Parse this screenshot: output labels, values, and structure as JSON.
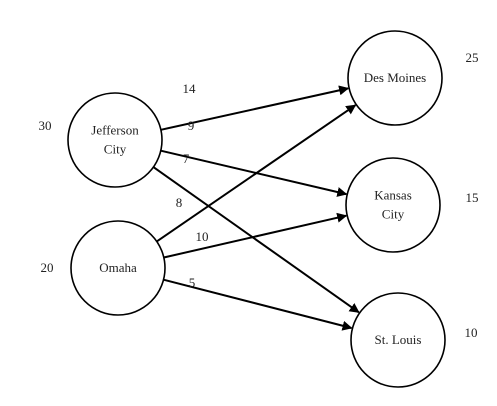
{
  "diagram": {
    "sources": [
      {
        "id": "jefferson",
        "lines": [
          "Jefferson",
          "City"
        ],
        "supply": "30"
      },
      {
        "id": "omaha",
        "lines": [
          "Omaha"
        ],
        "supply": "20"
      }
    ],
    "destinations": [
      {
        "id": "desmoines",
        "lines": [
          "Des Moines"
        ],
        "demand": "25"
      },
      {
        "id": "kansas",
        "lines": [
          "Kansas",
          "City"
        ],
        "demand": "15"
      },
      {
        "id": "stlouis",
        "lines": [
          "St. Louis"
        ],
        "demand": "10"
      }
    ],
    "edges": [
      {
        "from": "jefferson",
        "to": "desmoines",
        "cost": "14"
      },
      {
        "from": "jefferson",
        "to": "kansas",
        "cost": "9"
      },
      {
        "from": "jefferson",
        "to": "stlouis",
        "cost": "7"
      },
      {
        "from": "omaha",
        "to": "desmoines",
        "cost": "8"
      },
      {
        "from": "omaha",
        "to": "kansas",
        "cost": "10"
      },
      {
        "from": "omaha",
        "to": "stlouis",
        "cost": "5"
      }
    ]
  }
}
